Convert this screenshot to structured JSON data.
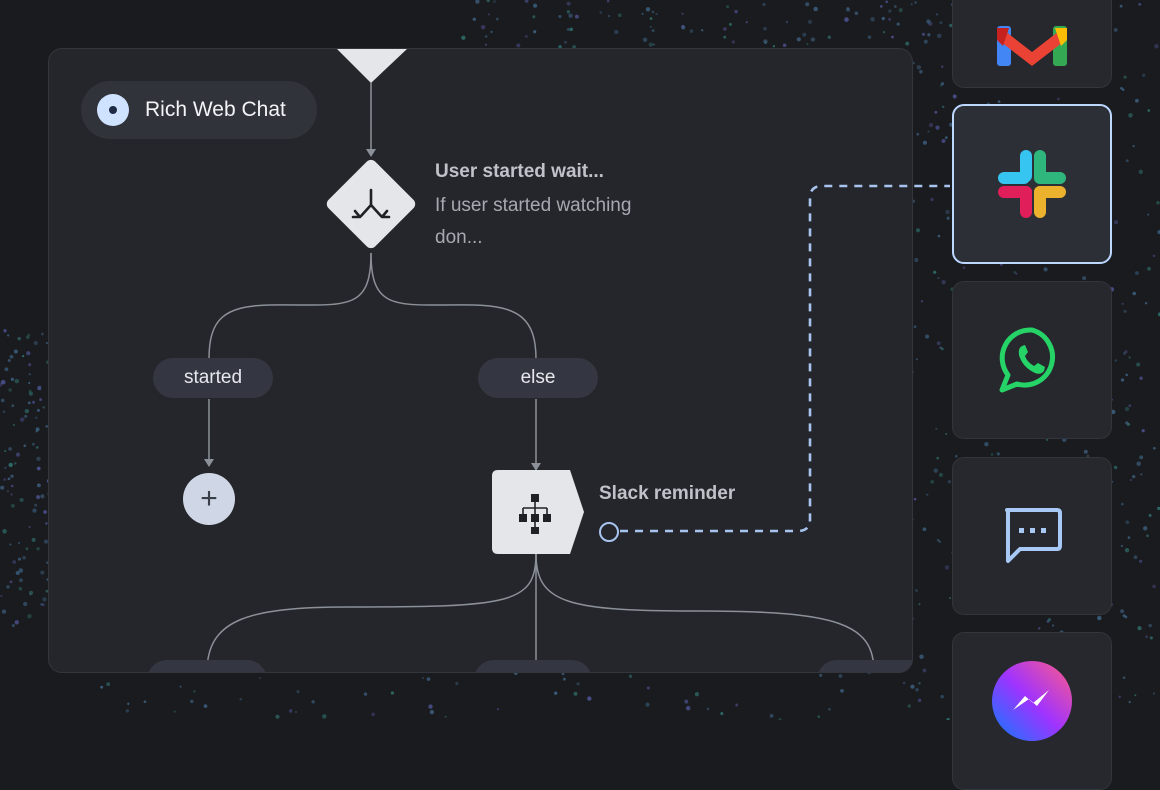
{
  "theme": {
    "background": "#1a1b1e",
    "panel": "#24262b",
    "accent": "#bcd8ff",
    "connector": "#a8c4ee"
  },
  "flow": {
    "channel": {
      "label": "Rich Web Chat",
      "icon": "radio-dot-icon"
    },
    "split_node": {
      "icon": "split-arrows-icon",
      "title": "User started wait...",
      "description": "If user started watching don..."
    },
    "branches": [
      {
        "label": "started"
      },
      {
        "label": "else"
      }
    ],
    "add_step": {
      "icon": "plus-icon",
      "label": "+"
    },
    "action_node": {
      "icon": "sitemap-icon",
      "title": "Slack reminder"
    }
  },
  "integrations": [
    {
      "name": "Gmail",
      "icon": "gmail-icon",
      "selected": false
    },
    {
      "name": "Slack",
      "icon": "slack-icon",
      "selected": true
    },
    {
      "name": "WhatsApp",
      "icon": "whatsapp-icon",
      "selected": false
    },
    {
      "name": "SMS",
      "icon": "message-bubble-icon",
      "selected": false
    },
    {
      "name": "Messenger",
      "icon": "messenger-icon",
      "selected": false
    }
  ]
}
